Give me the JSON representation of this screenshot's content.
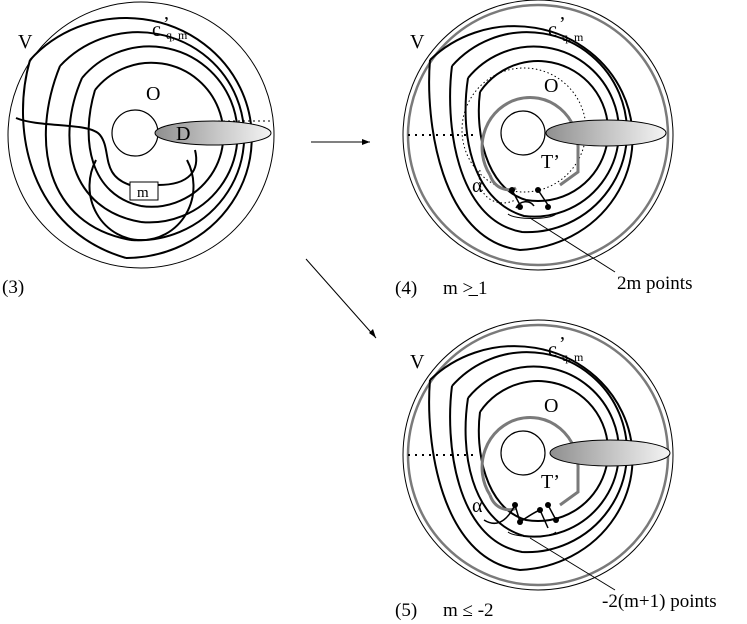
{
  "panels": [
    {
      "caption_number": "(3)",
      "caption_condition": "",
      "labels": {
        "V": "V",
        "O": "O",
        "D": "D",
        "box": "m",
        "c_main": "c",
        "c_sup": "’",
        "c_sub": "q, m"
      }
    },
    {
      "caption_number": "(4)",
      "caption_condition": "m >̲ 1",
      "labels": {
        "V": "V",
        "O": "O",
        "T": "T’",
        "alpha": "α",
        "c_main": "c",
        "c_sup": "’",
        "c_sub": "q, m"
      },
      "callout": "2m points"
    },
    {
      "caption_number": "(5)",
      "caption_condition": "m ≤ -2",
      "labels": {
        "V": "V",
        "O": "O",
        "T": "T’",
        "alpha": "α",
        "c_main": "c",
        "c_sup": "’",
        "c_sub": "q, m"
      },
      "callout": "-2(m+1) points"
    }
  ],
  "colors": {
    "ink": "#000000",
    "gray_curve": "#7a7a7a",
    "disk_dark": "#8f8f8f",
    "disk_light": "#f2f2f2"
  }
}
